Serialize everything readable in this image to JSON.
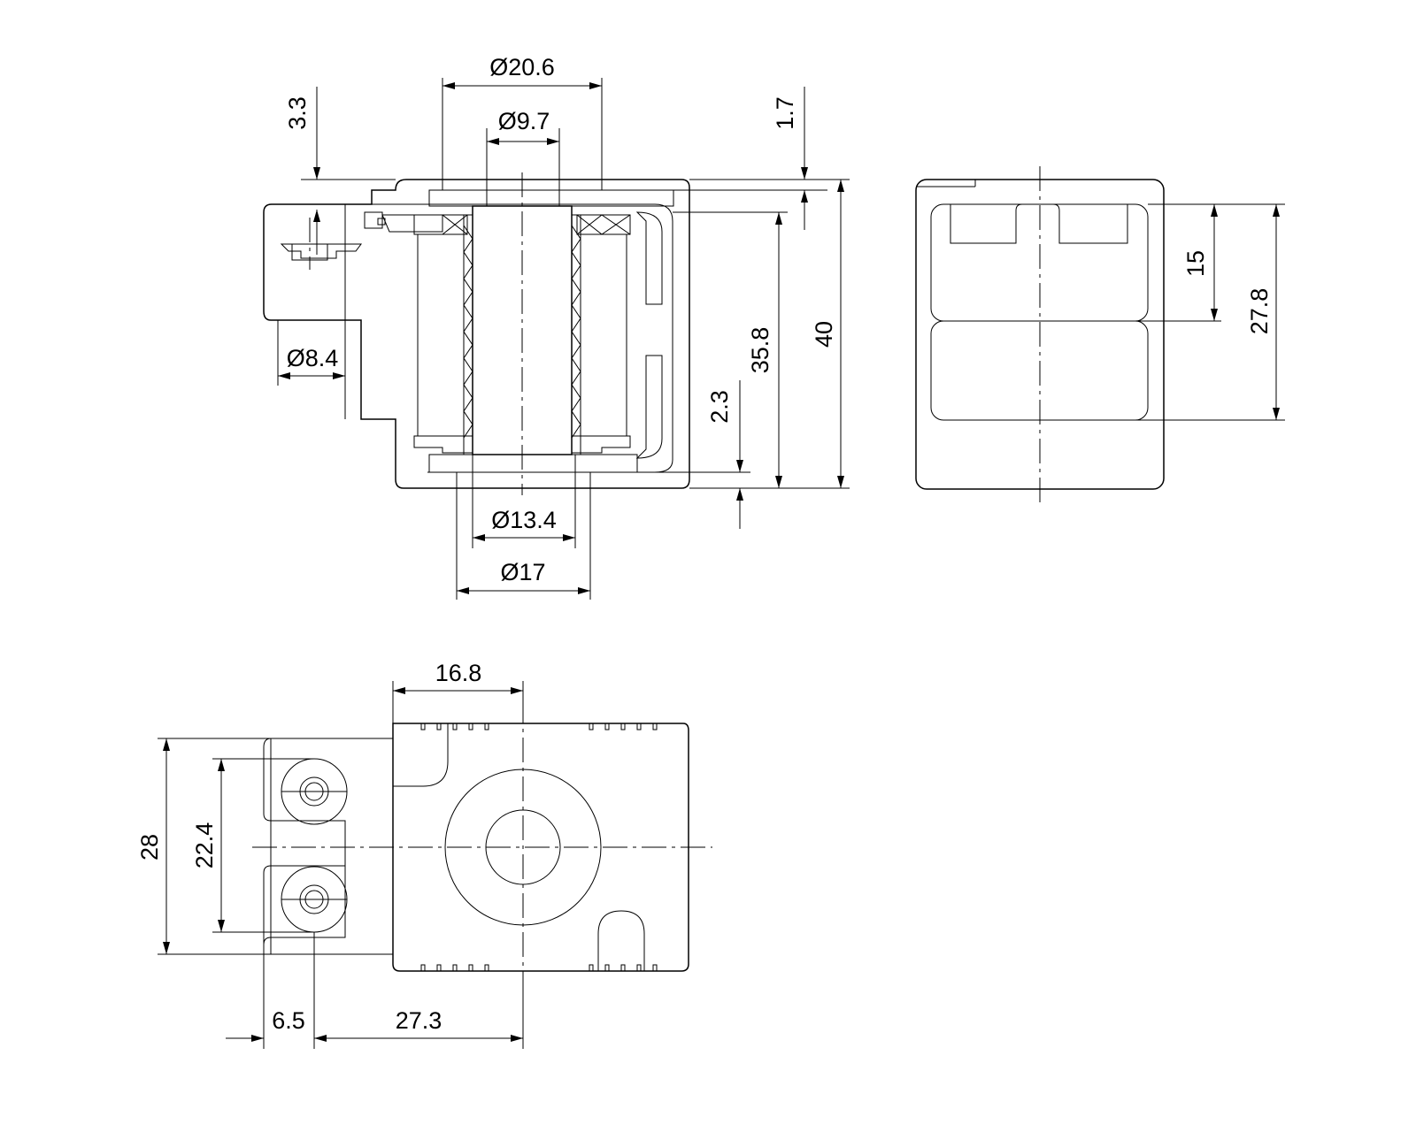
{
  "dimensions": {
    "d_20_6": "Ø20.6",
    "d_9_7": "Ø9.7",
    "d_8_4": "Ø8.4",
    "d_13_4": "Ø13.4",
    "d_17": "Ø17",
    "h_3_3": "3.3",
    "h_1_7": "1.7",
    "h_35_8": "35.8",
    "h_40": "40",
    "h_2_3": "2.3",
    "h_15": "15",
    "h_27_8": "27.8",
    "w_16_8": "16.8",
    "h_28": "28",
    "h_22_4": "22.4",
    "w_6_5": "6.5",
    "w_27_3": "27.3"
  },
  "colors": {
    "line": "#000000",
    "background": "#ffffff"
  }
}
